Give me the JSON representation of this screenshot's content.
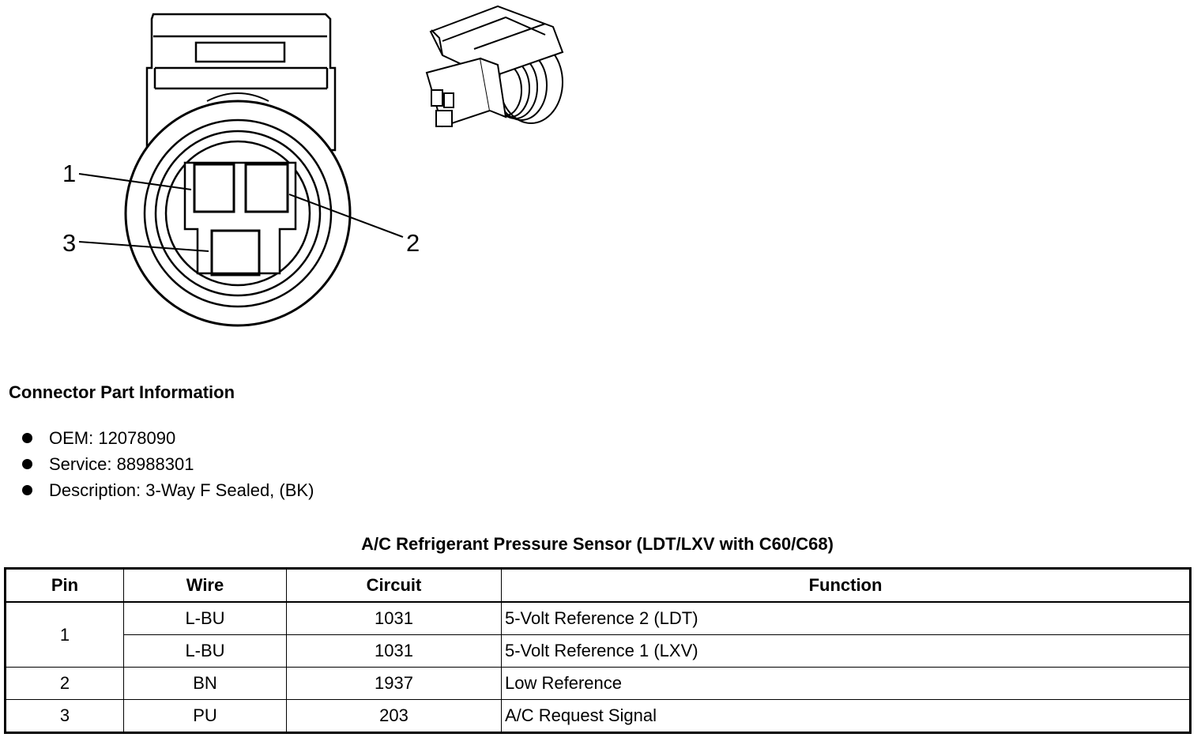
{
  "diagram": {
    "pin_labels": [
      "1",
      "2",
      "3"
    ]
  },
  "connector_info": {
    "title": "Connector Part Information",
    "items": [
      "OEM: 12078090",
      "Service: 88988301",
      "Description: 3-Way F Sealed, (BK)"
    ]
  },
  "table": {
    "title": "A/C Refrigerant Pressure Sensor (LDT/LXV with C60/C68)",
    "headers": [
      "Pin",
      "Wire",
      "Circuit",
      "Function"
    ],
    "rows": [
      {
        "pin": "1",
        "wire": "L-BU",
        "circuit": "1031",
        "function": "5-Volt Reference 2 (LDT)"
      },
      {
        "pin": "",
        "wire": "L-BU",
        "circuit": "1031",
        "function": "5-Volt Reference 1 (LXV)"
      },
      {
        "pin": "2",
        "wire": "BN",
        "circuit": "1937",
        "function": "Low Reference"
      },
      {
        "pin": "3",
        "wire": "PU",
        "circuit": "203",
        "function": "A/C Request Signal"
      }
    ]
  }
}
